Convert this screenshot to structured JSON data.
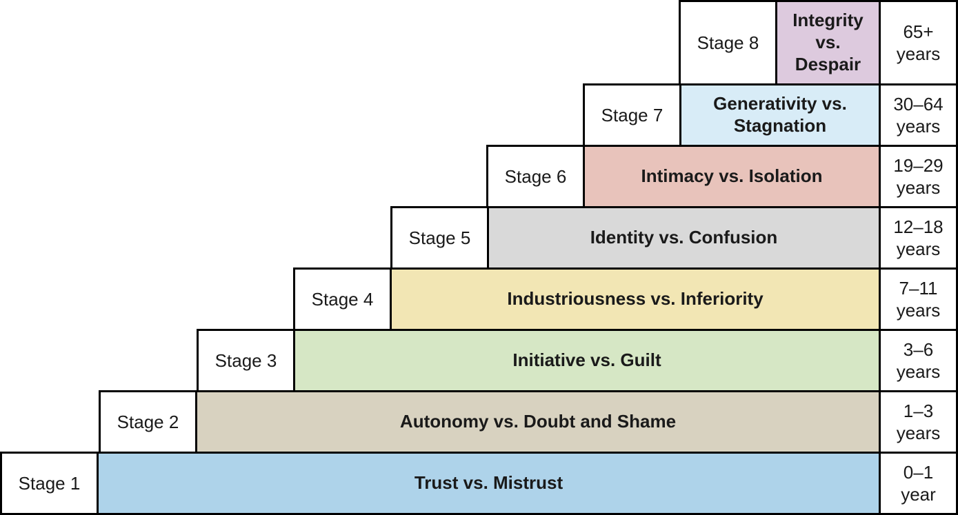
{
  "diagram": {
    "border_color": "#000000",
    "text_color": "#1a1a1a"
  },
  "stages": [
    {
      "stage": "Stage 8",
      "conflict": "Integrity vs. Despair",
      "age": "65+ years",
      "color": "#ddcade"
    },
    {
      "stage": "Stage 7",
      "conflict": "Generativity vs. Stagnation",
      "age": "30–64 years",
      "color": "#d8ecf7"
    },
    {
      "stage": "Stage 6",
      "conflict": "Intimacy vs. Isolation",
      "age": "19–29 years",
      "color": "#e8c3bb"
    },
    {
      "stage": "Stage 5",
      "conflict": "Identity vs. Confusion",
      "age": "12–18 years",
      "color": "#d9d9d9"
    },
    {
      "stage": "Stage 4",
      "conflict": "Industriousness vs. Inferiority",
      "age": "7–11 years",
      "color": "#f2e6b4"
    },
    {
      "stage": "Stage 3",
      "conflict": "Initiative vs. Guilt",
      "age": "3–6 years",
      "color": "#d6e7c5"
    },
    {
      "stage": "Stage 2",
      "conflict": "Autonomy vs. Doubt and Shame",
      "age": "1–3 years",
      "color": "#d8d2c0"
    },
    {
      "stage": "Stage 1",
      "conflict": "Trust vs. Mistrust",
      "age": "0–1 year",
      "color": "#aed3ea"
    }
  ]
}
